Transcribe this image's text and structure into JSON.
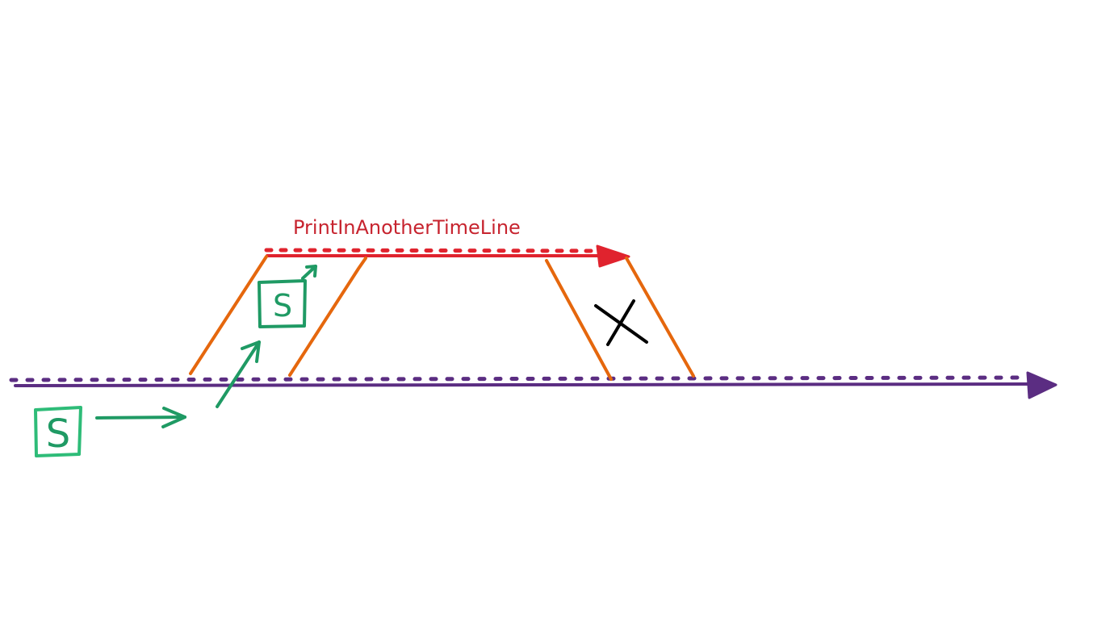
{
  "diagram": {
    "label": "PrintInAnotherTimeLine",
    "token_small": "S",
    "token_large": "S"
  },
  "colors": {
    "main_timeline": "#5b2d82",
    "alt_timeline": "#e0232e",
    "label": "#c7242f",
    "branch": "#e5670d",
    "token": "#1f9a64",
    "token_light": "#2ebc78",
    "cross": "#000000"
  }
}
